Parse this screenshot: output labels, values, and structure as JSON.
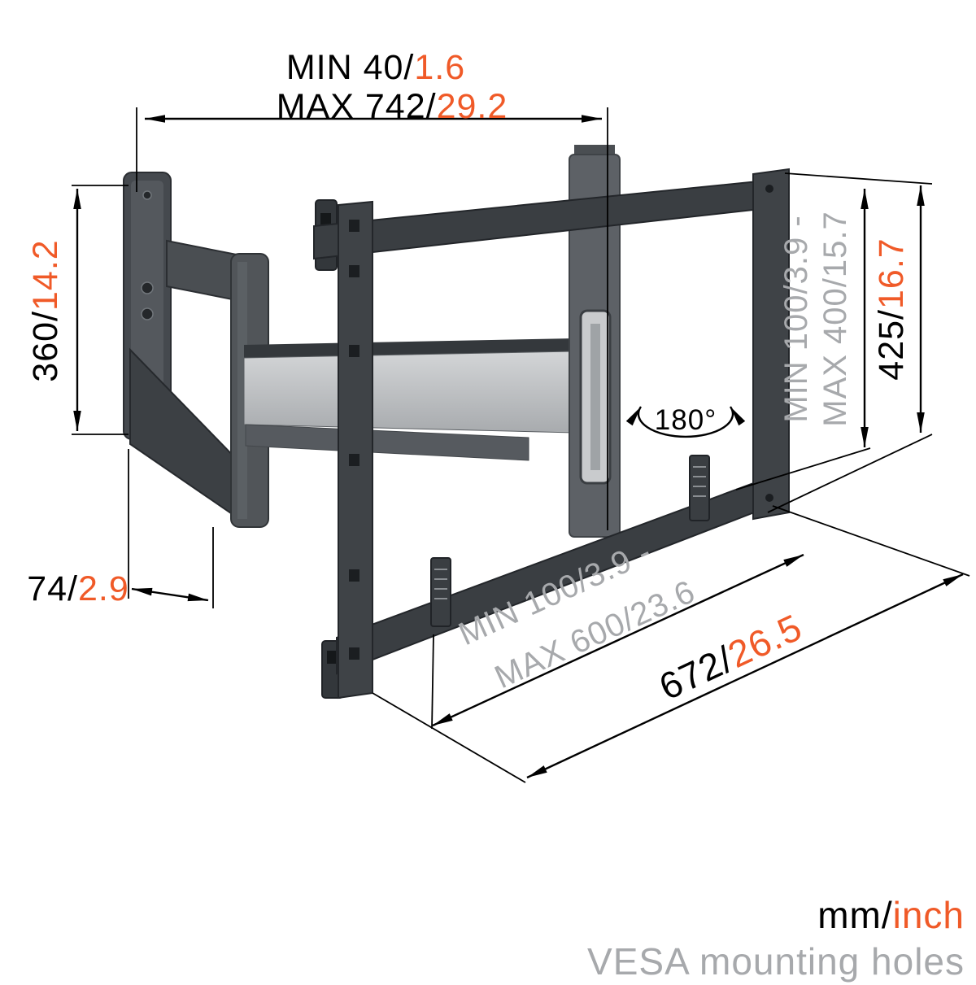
{
  "colors": {
    "ink": "#000000",
    "accent_orange": "#F05A28",
    "muted_gray": "#A7A9AC",
    "mount_dark": "#3A3E42",
    "mount_mid": "#45494E",
    "mount_silver": "#C6C8CA",
    "background": "#FFFFFF"
  },
  "dimensions": {
    "arm_extension": {
      "min_mm": "MIN 40/",
      "min_inch": "1.6",
      "max_mm": "MAX 742/",
      "max_inch": "29.2"
    },
    "wall_plate_height": {
      "mm": "360/",
      "inch": "14.2"
    },
    "wall_plate_depth": {
      "mm": "74/",
      "inch": "2.9"
    },
    "bracket_height": {
      "mm": "425/",
      "inch": "16.7"
    },
    "vesa_vertical_range": {
      "line1": "MIN 100/3.9 -",
      "line2": "MAX 400/15.7"
    },
    "swivel_angle": "180°",
    "vesa_horizontal_range": {
      "line1": "MIN 100/3.9 -",
      "line2": "MAX 600/23.6"
    },
    "bracket_width": {
      "mm": "672/",
      "inch": "26.5"
    }
  },
  "footer": {
    "units_mm": "mm/",
    "units_inch": "inch",
    "caption": "VESA mounting holes"
  }
}
